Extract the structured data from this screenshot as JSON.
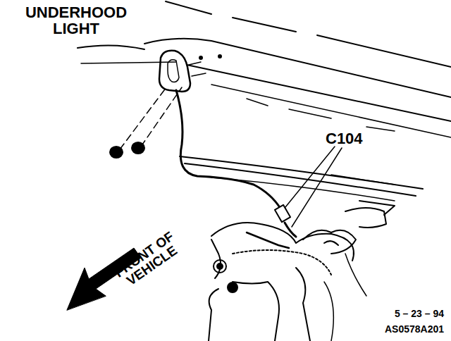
{
  "diagram": {
    "labels": [
      "UNDERHOOD LIGHT",
      "C104",
      "FRONT OF VEHICLE",
      "5 – 23 – 94",
      "AS0578A201"
    ]
  }
}
